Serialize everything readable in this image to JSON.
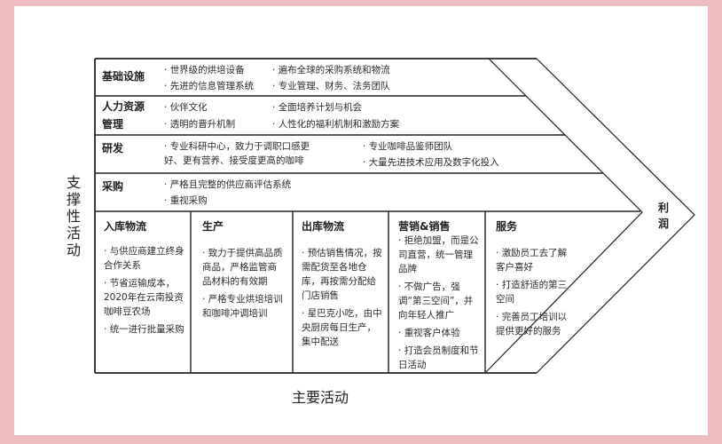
{
  "diagram": {
    "type": "value-chain",
    "support_label": "支撑性活动",
    "primary_label": "主要活动",
    "profit_label": [
      "利",
      "润"
    ],
    "colors": {
      "background": "#efbcc0",
      "card": "#ffffff",
      "lines": "#222222"
    }
  },
  "support_activities": [
    {
      "label": "基础设施",
      "col1": [
        "世界级的烘培设备",
        "先进的信息管理系统"
      ],
      "col2": [
        "遍布全球的采购系统和物流",
        "专业管理、财务、法务团队"
      ]
    },
    {
      "label_lines": [
        "人力资源",
        "管理"
      ],
      "col1": [
        "伙伴文化",
        "透明的晋升机制"
      ],
      "col2": [
        "全面培养计划与机会",
        "人性化的福利机制和激励方案"
      ]
    },
    {
      "label": "研发",
      "col1_lines": [
        "· 专业科研中心，致力于调职口感更",
        "好、更有营养、接受度更高的咖啡"
      ],
      "col2": [
        "专业咖啡品鉴师团队",
        "大量先进技术应用及数字化投入"
      ]
    },
    {
      "label": "采购",
      "col1": [
        "严格且完整的供应商评估系统",
        "重视采购"
      ]
    }
  ],
  "primary_activities": [
    {
      "label": "入库物流",
      "items": [
        "与供应商建立终身合作关系",
        "节省运输成本，2020年在云南投资咖啡豆农场",
        "统一进行批量采购"
      ]
    },
    {
      "label": "生产",
      "items": [
        "致力于提供高品质商品，严格监管商品材料的有效期",
        "严格专业烘培培训和咖啡冲调培训"
      ]
    },
    {
      "label": "出库物流",
      "items": [
        "预估销售情况，按需配货至各地仓库，再按需分配给门店销售",
        "星巴克小吃，由中央厨房每日生产，集中配送"
      ]
    },
    {
      "label": "营销&销售",
      "items": [
        "拒绝加盟，而是公司直营，统一管理品牌",
        "不做广告，强调“第三空间”，并向年轻人推广",
        "重视客户体验",
        "打造会员制度和节日活动"
      ]
    },
    {
      "label": "服务",
      "items": [
        "激励员工去了解客户喜好",
        "打造舒适的第三空间",
        "完善员工培训以提供更好的服务"
      ]
    }
  ]
}
